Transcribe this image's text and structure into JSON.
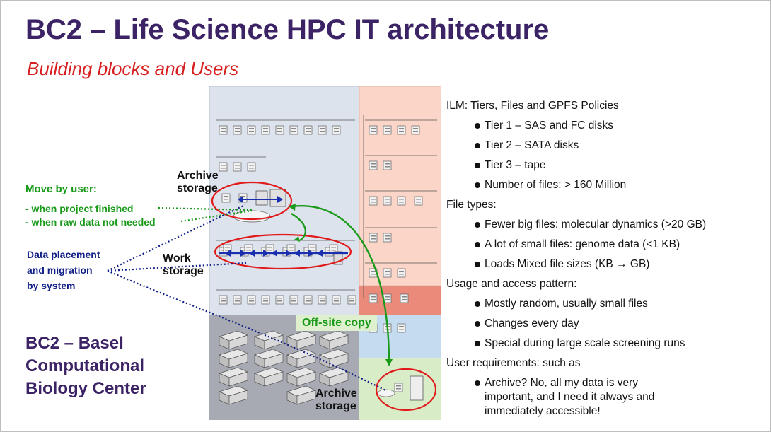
{
  "slide": {
    "title": "BC2 – Life Science HPC IT architecture",
    "subtitle": "Building blocks and Users"
  },
  "diagram": {
    "archive_top": [
      "Archive",
      "storage"
    ],
    "work": [
      "Work",
      "storage"
    ],
    "archive_bottom": [
      "Archive",
      "storage"
    ],
    "move_by_user": {
      "heading": "Move by user:",
      "lines": [
        "- when project finished",
        "- when raw data not needed"
      ]
    },
    "data_placement": [
      "Data placement",
      "and migration",
      "by system"
    ],
    "offsite": "Off-site copy",
    "org_name": [
      "BC2 – Basel",
      "Computational",
      "Biology Center"
    ],
    "colors": {
      "server_panel": "#dde3ec",
      "webserver_panel": "#fbd6c8",
      "red_panel": "#e98a7a",
      "blue_panel": "#c5dcf0",
      "green_panel": "#d9ecc8",
      "gray_panel": "#a8aab3",
      "ellipse": "#e01a1a",
      "green_arrow": "#1a9a1a",
      "navy_dots": "#101f86"
    }
  },
  "ilm": {
    "sections": [
      {
        "heading": "ILM: Tiers, Files and GPFS Policies",
        "items": [
          "Tier 1 – SAS and FC disks",
          "Tier 2 – SATA disks",
          "Tier 3 – tape",
          "Number of files: > 160 Million"
        ]
      },
      {
        "heading": "File types:",
        "items": [
          "Fewer big files: molecular dynamics (>20 GB)",
          "A lot of small files: genome data (<1 KB)",
          "Loads Mixed file sizes (KB → GB)"
        ]
      },
      {
        "heading": "Usage and access pattern:",
        "items": [
          "Mostly random, usually small files",
          "Changes every day",
          "Special during large scale screening runs"
        ]
      },
      {
        "heading": "User requirements: such as",
        "items": [
          "Archive? No, all my data is very important, and I need it always and immediately accessible!"
        ]
      }
    ]
  }
}
